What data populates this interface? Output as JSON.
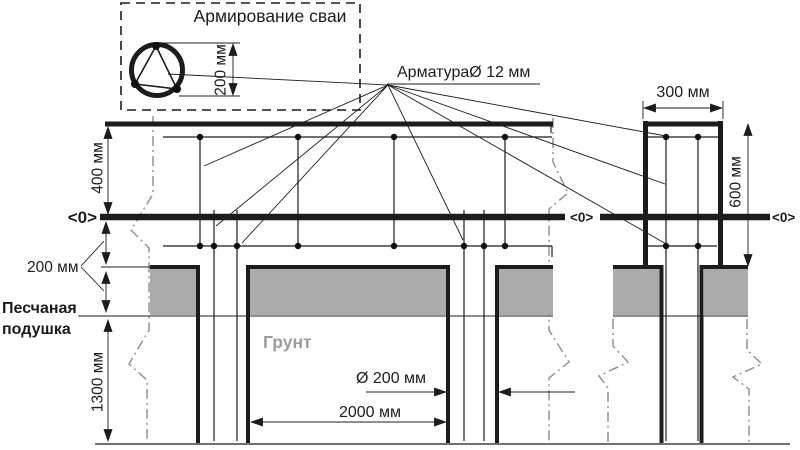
{
  "callout": {
    "title": "Армирование сваи",
    "diameter_label": "200 мм"
  },
  "rebar_label": "АрматураØ 12 мм",
  "zero_markers": {
    "left": "<0>",
    "middle": "<0>",
    "right": "<0>"
  },
  "dims": {
    "above_zero": "400 мм",
    "below_zero": "200 мм",
    "depth": "1300 мм",
    "pile_diameter": "Ø 200 мм",
    "pile_spacing": "2000 мм",
    "cap_width": "300 мм",
    "cap_height": "600 мм"
  },
  "labels": {
    "sand_line1": "Песчаная",
    "sand_line2": "подушка",
    "soil": "Грунт"
  },
  "colors": {
    "line": "#1c1c1c",
    "sand_fill": "#ababab",
    "muted_text": "#9c9c9c",
    "break_line": "#8c8c8c"
  }
}
